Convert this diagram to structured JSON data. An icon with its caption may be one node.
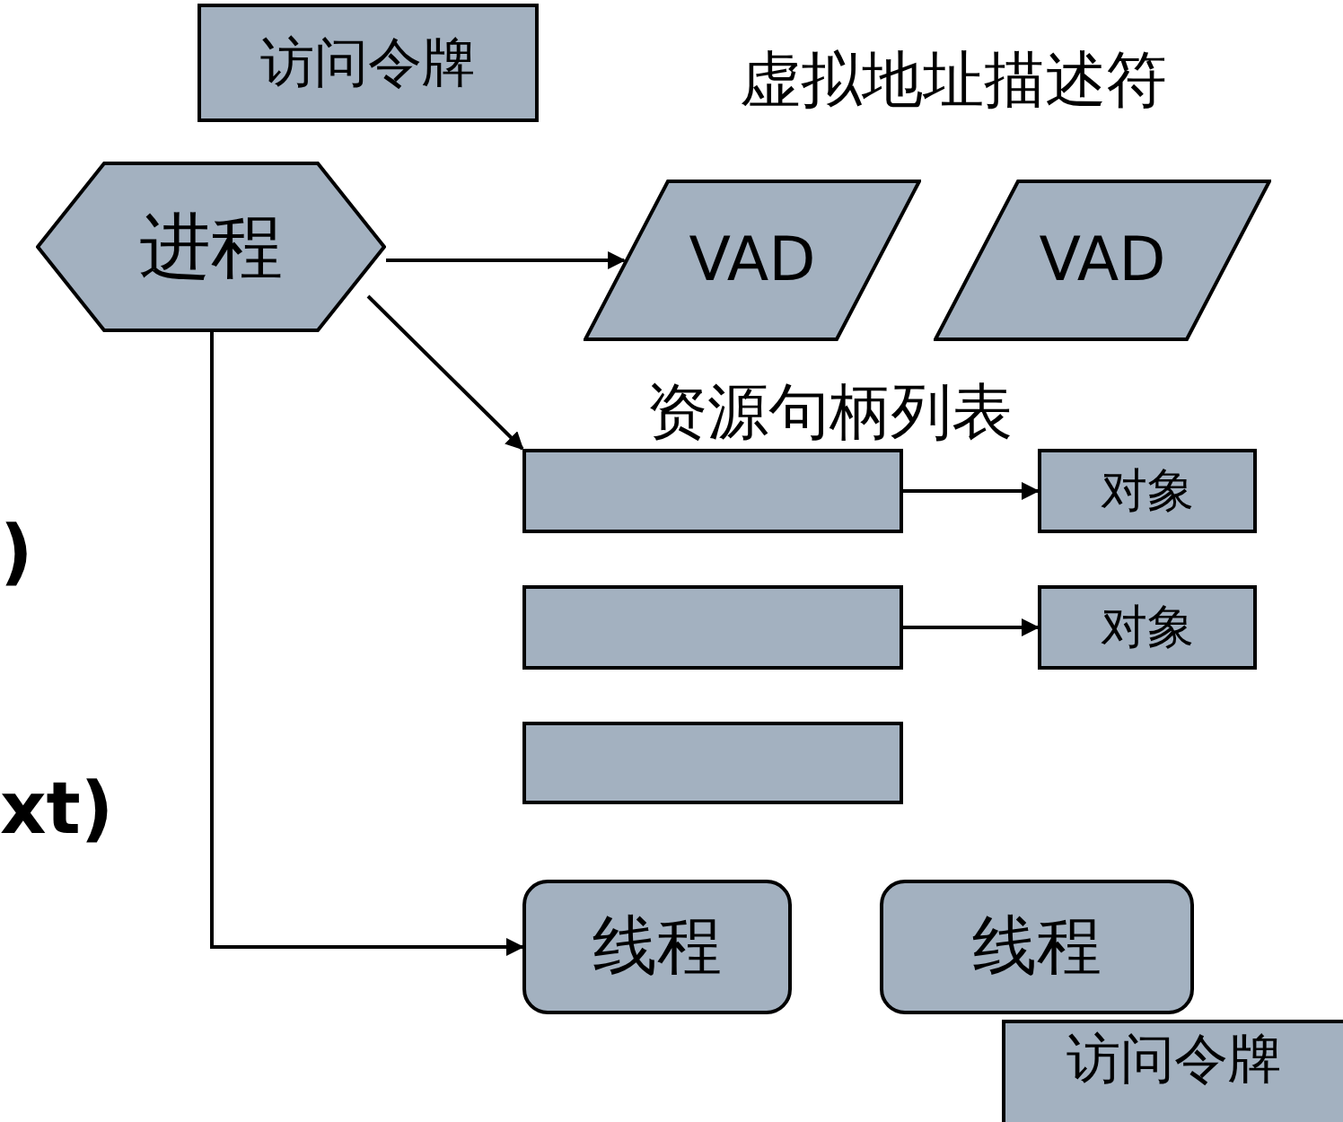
{
  "diagram": {
    "nodes": [
      {
        "text": [
          "访问令牌"
        ]
      },
      {
        "text": [
          "进程"
        ]
      },
      {
        "text": [
          "VAD"
        ]
      },
      {
        "text": [
          "VAD"
        ]
      },
      {
        "text": [],
        "shape": "bar"
      },
      {
        "text": [
          "对象"
        ]
      },
      {
        "text": [],
        "shape": "bar"
      },
      {
        "text": [
          "对象"
        ]
      },
      {
        "text": [],
        "shape": "bar"
      },
      {
        "text": [
          "线程"
        ]
      },
      {
        "text": [
          "线程"
        ]
      },
      {
        "text": [
          "访问令牌"
        ]
      }
    ],
    "edges": [
      {
        "from": 1,
        "to": 2,
        "arrow": "to"
      },
      {
        "from": 1,
        "to": 4,
        "arrow": "to"
      },
      {
        "from": 1,
        "to": 9,
        "arrow": "to"
      },
      {
        "from": 4,
        "to": 5,
        "arrow": "to"
      },
      {
        "from": 6,
        "to": 7,
        "arrow": "to"
      }
    ],
    "labels": [
      "虚拟地址描述符",
      "资源句柄列表",
      ")",
      "xt)"
    ]
  }
}
